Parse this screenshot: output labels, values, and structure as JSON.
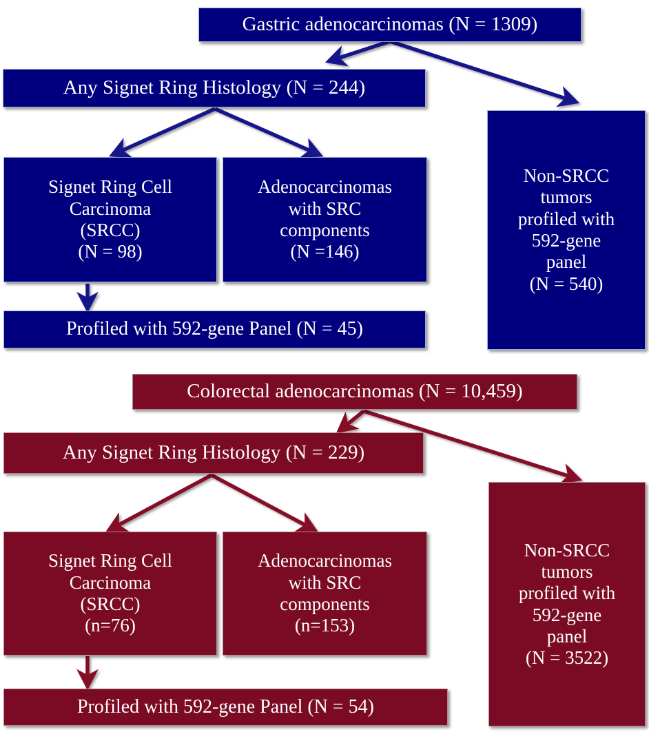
{
  "diagram": {
    "title": "Signet ring cell carcinoma patient selection flow",
    "colors": {
      "gastric_fill": "#00007e",
      "gastric_arrow": "#1b1b8f",
      "colorectal_fill": "#7b0a25",
      "colorectal_arrow": "#8a0b2a",
      "text": "#ffffff",
      "background": "#ffffff"
    }
  },
  "chart_data": {
    "type": "diagram",
    "title": "Gastric and Colorectal Signet Ring Cell Carcinoma Cohort Flow",
    "groups": [
      {
        "name": "Gastric",
        "color": "#00007e",
        "nodes": [
          {
            "id": "gastric-root",
            "label": "Gastric adenocarcinomas (N = 1309)",
            "value": 1309
          },
          {
            "id": "gastric-signet",
            "label": "Any Signet Ring Histology (N = 244)",
            "value": 244
          },
          {
            "id": "gastric-srcc",
            "label": "Signet Ring Cell\nCarcinoma\n(SRCC)\n(N = 98)",
            "value": 98
          },
          {
            "id": "gastric-src-comp",
            "label": "Adenocarcinomas\nwith SRC\ncomponents\n(N =146)",
            "value": 146
          },
          {
            "id": "gastric-profiled",
            "label": "Profiled with 592-gene Panel (N = 45)",
            "value": 45
          },
          {
            "id": "gastric-nonsrcc",
            "label": "Non-SRCC\ntumors\nprofiled with\n592-gene\npanel\n(N = 540)",
            "value": 540
          }
        ],
        "edges": [
          {
            "from": "gastric-root",
            "to": "gastric-signet"
          },
          {
            "from": "gastric-root",
            "to": "gastric-nonsrcc"
          },
          {
            "from": "gastric-signet",
            "to": "gastric-srcc"
          },
          {
            "from": "gastric-signet",
            "to": "gastric-src-comp"
          },
          {
            "from": "gastric-srcc",
            "to": "gastric-profiled"
          }
        ]
      },
      {
        "name": "Colorectal",
        "color": "#7b0a25",
        "nodes": [
          {
            "id": "crc-root",
            "label": "Colorectal adenocarcinomas (N = 10,459)",
            "value": 10459
          },
          {
            "id": "crc-signet",
            "label": "Any Signet Ring Histology (N = 229)",
            "value": 229
          },
          {
            "id": "crc-srcc",
            "label": "Signet Ring Cell\nCarcinoma\n(SRCC)\n(n=76)",
            "value": 76
          },
          {
            "id": "crc-src-comp",
            "label": "Adenocarcinomas\nwith SRC\ncomponents\n(n=153)",
            "value": 153
          },
          {
            "id": "crc-profiled",
            "label": "Profiled with 592-gene Panel (N = 54)",
            "value": 54
          },
          {
            "id": "crc-nonsrcc",
            "label": "Non-SRCC\ntumors\nprofiled with\n592-gene\npanel\n(N = 3522)",
            "value": 3522
          }
        ],
        "edges": [
          {
            "from": "crc-root",
            "to": "crc-signet"
          },
          {
            "from": "crc-root",
            "to": "crc-nonsrcc"
          },
          {
            "from": "crc-signet",
            "to": "crc-srcc"
          },
          {
            "from": "crc-signet",
            "to": "crc-src-comp"
          },
          {
            "from": "crc-srcc",
            "to": "crc-profiled"
          }
        ]
      }
    ]
  },
  "gastric": {
    "root": "Gastric adenocarcinomas (N = 1309)",
    "signet": "Any Signet Ring Histology (N = 244)",
    "srcc": "Signet Ring Cell\nCarcinoma\n(SRCC)\n(N = 98)",
    "src_components": "Adenocarcinomas\nwith SRC\ncomponents\n(N =146)",
    "profiled": "Profiled with 592-gene Panel (N = 45)",
    "non_srcc": "Non-SRCC\ntumors\nprofiled with\n592-gene\npanel\n(N = 540)"
  },
  "colorectal": {
    "root": "Colorectal adenocarcinomas (N = 10,459)",
    "signet": "Any Signet Ring Histology (N = 229)",
    "srcc": "Signet Ring Cell\nCarcinoma\n(SRCC)\n(n=76)",
    "src_components": "Adenocarcinomas\nwith SRC\ncomponents\n(n=153)",
    "profiled": "Profiled with 592-gene Panel (N = 54)",
    "non_srcc": "Non-SRCC\ntumors\nprofiled with\n592-gene\npanel\n(N = 3522)"
  }
}
